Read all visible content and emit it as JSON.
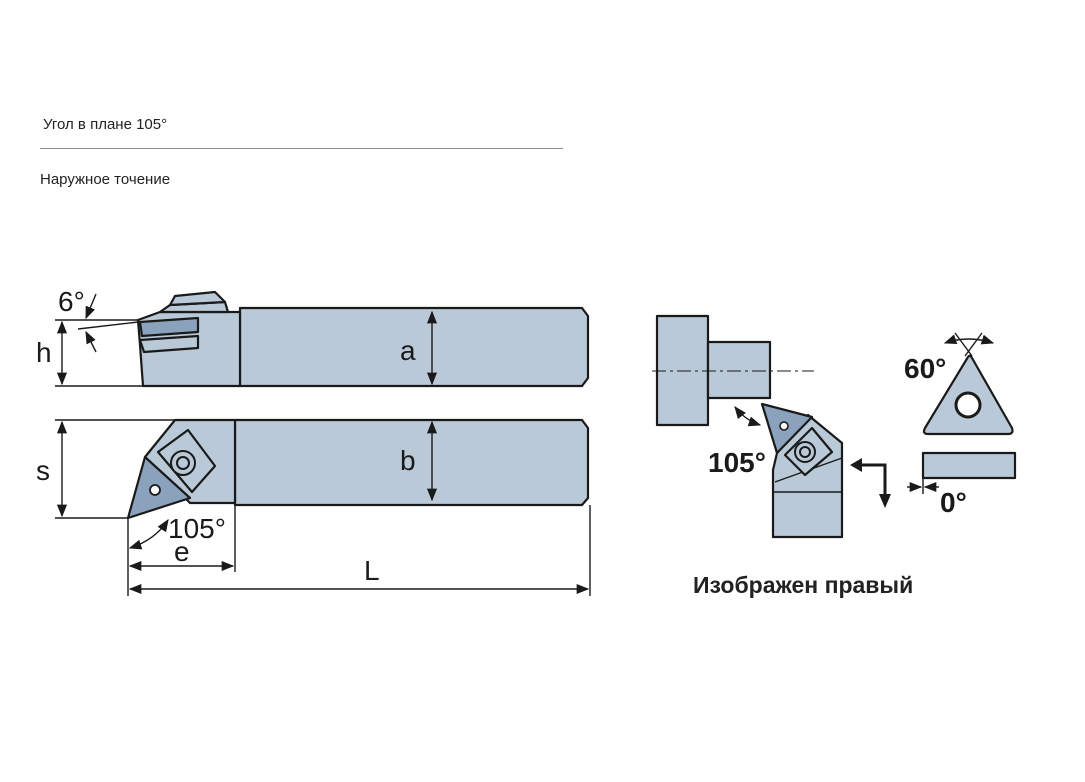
{
  "header": {
    "angle_title": "Угол в плане 105°",
    "operation": "Наружное точение"
  },
  "drawing": {
    "side_view": {
      "angle_label": "6°",
      "h_label": "h",
      "a_label": "a"
    },
    "top_view": {
      "s_label": "s",
      "b_label": "b",
      "angle_label": "105°",
      "e_label": "e",
      "L_label": "L"
    },
    "application": {
      "angle_label": "105°"
    },
    "insert": {
      "tip_angle_label": "60°",
      "clearance_label": "0°"
    },
    "caption": "Изображен правый"
  },
  "colors": {
    "body": "#b9c9d8",
    "insert": "#8aa2bb",
    "line": "#1a1a1a"
  }
}
